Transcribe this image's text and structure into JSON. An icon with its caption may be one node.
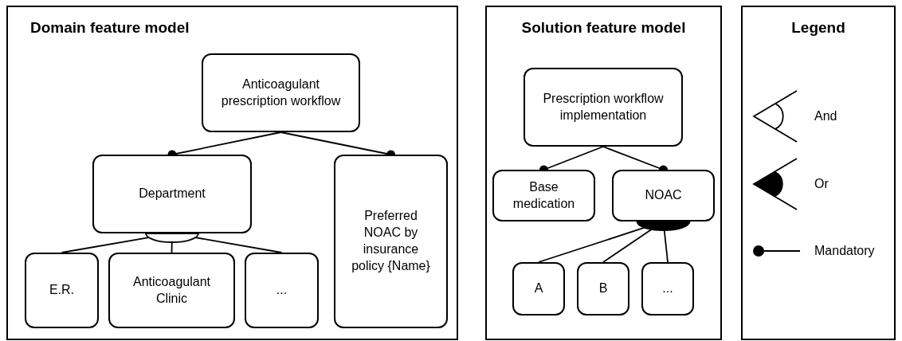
{
  "diagram": {
    "nodes": [
      {
        "text": [
          "Domain feature model"
        ]
      },
      {
        "text": [
          "Anticoagulant prescription workflow"
        ],
        "in": 0
      },
      {
        "text": [
          "Department"
        ],
        "in": 0
      },
      {
        "text": [
          "Preferred NOAC by insurance policy {Name}"
        ],
        "in": 0
      },
      {
        "text": [
          "E.R."
        ],
        "in": 0
      },
      {
        "text": [
          "Anticoagulant Clinic"
        ],
        "in": 0
      },
      {
        "text": [
          "..."
        ],
        "in": 0
      },
      {
        "text": [
          "Solution feature model"
        ]
      },
      {
        "text": [
          "Prescription workflow implementation"
        ],
        "in": 7
      },
      {
        "text": [
          "Base medication"
        ],
        "in": 7
      },
      {
        "text": [
          "NOAC"
        ],
        "in": 7
      },
      {
        "text": [
          "A"
        ],
        "in": 7
      },
      {
        "text": [
          "B"
        ],
        "in": 7
      },
      {
        "text": [
          "..."
        ],
        "in": 7
      },
      {
        "text": [
          "Legend"
        ]
      }
    ],
    "edges": [
      {
        "from": 1,
        "to": 2,
        "arrow": "other"
      },
      {
        "from": 1,
        "to": 3,
        "arrow": "other"
      },
      {
        "from": 2,
        "to": 4,
        "arrow": "none"
      },
      {
        "from": 2,
        "to": 5,
        "arrow": "none"
      },
      {
        "from": 2,
        "to": 6,
        "arrow": "none"
      },
      {
        "from": 8,
        "to": 9,
        "arrow": "other"
      },
      {
        "from": 8,
        "to": 10,
        "arrow": "other"
      },
      {
        "from": 10,
        "to": 11,
        "arrow": "none"
      },
      {
        "from": 10,
        "to": 12,
        "arrow": "none"
      },
      {
        "from": 10,
        "to": 13,
        "arrow": "none"
      }
    ],
    "legend": [
      {
        "text": "And"
      },
      {
        "text": "Or"
      },
      {
        "text": "Mandatory"
      }
    ]
  }
}
